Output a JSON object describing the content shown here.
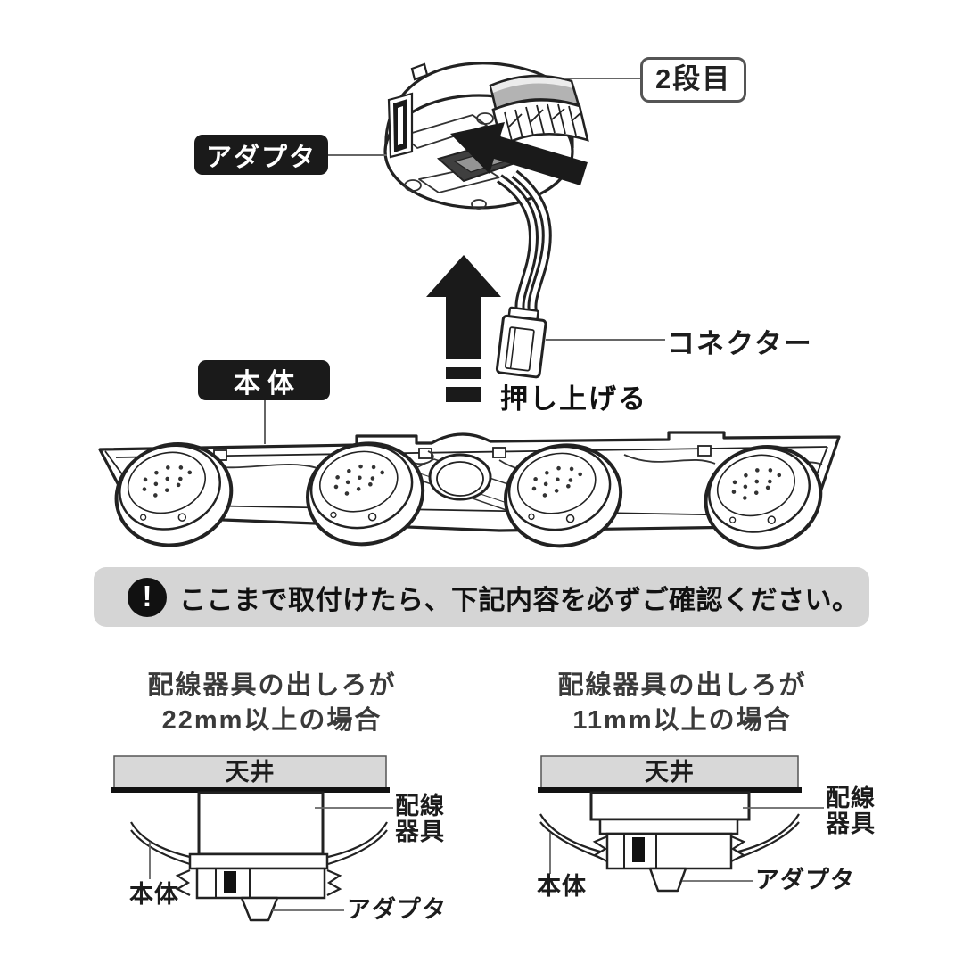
{
  "top_diagram": {
    "step2_label": "2段目",
    "adapter_label": "アダプタ",
    "connector_label": "コネクター",
    "push_up_label": "押し上げる",
    "body_label": "本体"
  },
  "notice": {
    "icon_glyph": "!",
    "text": "ここまで取付けたら、下記内容を必ずご確認ください。"
  },
  "cases": {
    "left": {
      "title_line1": "配線器具の出しろが",
      "title_line2": "22mm以上の場合",
      "ceiling_label": "天井",
      "wiring_label_line1": "配線",
      "wiring_label_line2": "器具",
      "body_label": "本体",
      "adapter_label": "アダプタ"
    },
    "right": {
      "title_line1": "配線器具の出しろが",
      "title_line2": "11mm以上の場合",
      "ceiling_label": "天井",
      "wiring_label_line1": "配線",
      "wiring_label_line2": "器具",
      "body_label": "本体",
      "adapter_label": "アダプタ"
    }
  },
  "colors": {
    "line": "#222222",
    "label_bg": "#1a1a1a",
    "notice_bg": "#d5d5d5",
    "ceiling_fill": "#d8d8d8",
    "knob_fill": "#b3b3b3",
    "arrow_fill": "#1a1a1a"
  }
}
